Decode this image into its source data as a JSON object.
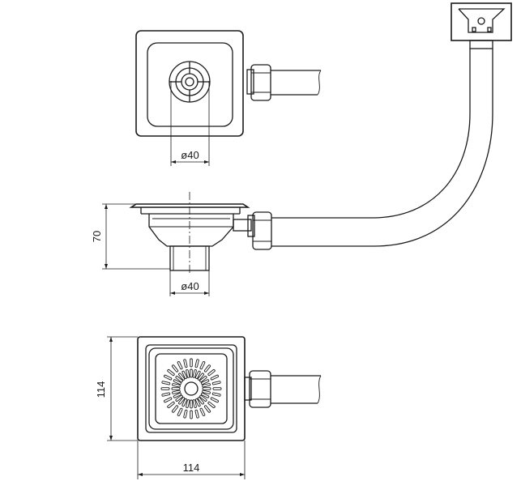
{
  "dimensions": {
    "top_outlet_diameter": "ø40",
    "side_outlet_diameter": "ø40",
    "side_height": "70",
    "bottom_height": "114",
    "bottom_width": "114"
  },
  "colors": {
    "line": "#1a1a1a",
    "background": "#ffffff"
  }
}
